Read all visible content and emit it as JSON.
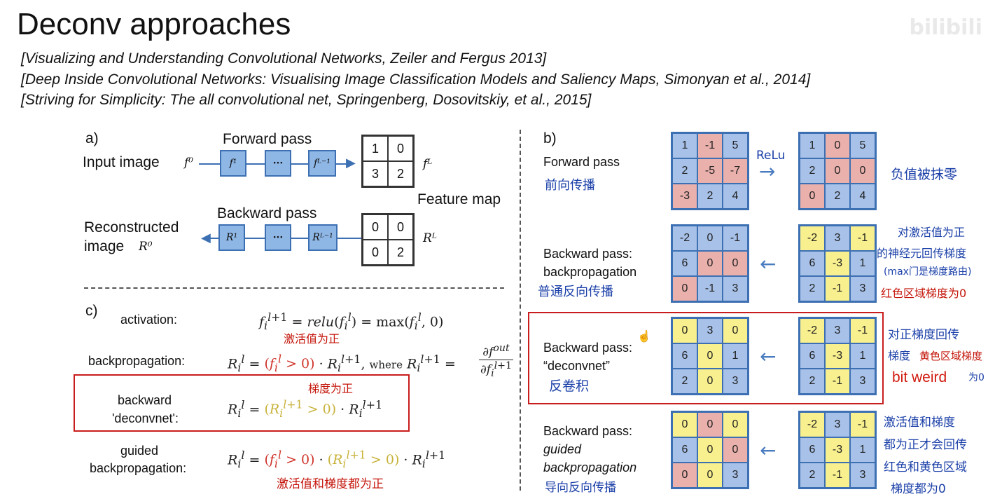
{
  "slide": {
    "title": "Deconv approaches",
    "refs": [
      "[Visualizing and Understanding Convolutional Networks, Zeiler and Fergus 2013]",
      "[Deep Inside Convolutional Networks: Visualising Image Classification Models and Saliency Maps, Simonyan et al., 2014]",
      "[Striving for Simplicity: The all convolutional net, Springenberg, Dosovitskiy, et al., 2015]"
    ],
    "watermark": "bilibili"
  },
  "panel_a": {
    "label": "a)",
    "forward_pass": "Forward pass",
    "input_image": "Input image",
    "f0": "f⁰",
    "f1": "f¹",
    "dots": "···",
    "fL1": "fᴸ⁻¹",
    "fL": "fᴸ",
    "feature_map": "Feature map",
    "forward_matrix": [
      "1",
      "0",
      "3",
      "2"
    ],
    "backward_pass": "Backward pass",
    "reconstructed": "Reconstructed",
    "image": "image",
    "R0": "R⁰",
    "R1": "R¹",
    "RL1": "Rᴸ⁻¹",
    "RL": "Rᴸ",
    "backward_matrix": [
      "0",
      "0",
      "0",
      "2"
    ]
  },
  "panel_b": {
    "label": "b)",
    "forward": {
      "label": "Forward pass",
      "note": "前向传播",
      "arrow_label": "ReLu",
      "input": [
        [
          "1",
          "-1",
          "5"
        ],
        [
          "2",
          "-5",
          "-7"
        ],
        [
          "-3",
          "2",
          "4"
        ]
      ],
      "output": [
        [
          "1",
          "0",
          "5"
        ],
        [
          "2",
          "0",
          "0"
        ],
        [
          "0",
          "2",
          "4"
        ]
      ],
      "side_note": "负值被抹零"
    },
    "backprop": {
      "label_1": "Backward pass:",
      "label_2": "backpropagation",
      "note": "普通反向传播",
      "left": [
        [
          "-2",
          "0",
          "-1"
        ],
        [
          "6",
          "0",
          "0"
        ],
        [
          "0",
          "-1",
          "3"
        ]
      ],
      "right": [
        [
          "-2",
          "3",
          "-1"
        ],
        [
          "6",
          "-3",
          "1"
        ],
        [
          "2",
          "-1",
          "3"
        ]
      ],
      "side_note": [
        "对激活值为正",
        "的神经元回传梯度",
        "(max门是梯度路由)",
        "红色区域梯度为0"
      ]
    },
    "deconvnet": {
      "label_1": "Backward pass:",
      "label_2": "“deconvnet”",
      "note": "反卷积",
      "left": [
        [
          "0",
          "3",
          "0"
        ],
        [
          "6",
          "0",
          "1"
        ],
        [
          "2",
          "0",
          "3"
        ]
      ],
      "right": [
        [
          "-2",
          "3",
          "-1"
        ],
        [
          "6",
          "-3",
          "1"
        ],
        [
          "2",
          "-1",
          "3"
        ]
      ],
      "side_note": [
        "对正梯度回传",
        "梯度",
        "黄色区域梯度",
        "为0"
      ],
      "bit_weird": "bit weird"
    },
    "guided": {
      "label_1": "Backward pass:",
      "label_2": "guided",
      "label_3": "backpropagation",
      "note": "导向反向传播",
      "left": [
        [
          "0",
          "0",
          "0"
        ],
        [
          "6",
          "0",
          "0"
        ],
        [
          "0",
          "0",
          "3"
        ]
      ],
      "right": [
        [
          "-2",
          "3",
          "-1"
        ],
        [
          "6",
          "-3",
          "1"
        ],
        [
          "2",
          "-1",
          "3"
        ]
      ],
      "side_note": [
        "激活值和梯度",
        "都为正才会回传",
        "红色和黄色区域",
        "梯度都为0"
      ]
    }
  },
  "panel_c": {
    "label": "c)",
    "activation": "activation:",
    "backpropagation": "backpropagation:",
    "backward_1": "backward",
    "backward_2": "'deconvnet':",
    "guided_1": "guided",
    "guided_2": "backpropagation:",
    "note_activation": "激活值为正",
    "note_grad": "梯度为正",
    "note_both": "激活值和梯度都为正",
    "where": "where"
  },
  "colors": {
    "blue_cell": "#a7c1e8",
    "red_cell": "#e9b0ac",
    "yellow_cell": "#f8f08e",
    "highlight_box": "#c91d1d",
    "handwriting_blue": "#1a3fa8",
    "handwriting_red": "#c4150a"
  }
}
